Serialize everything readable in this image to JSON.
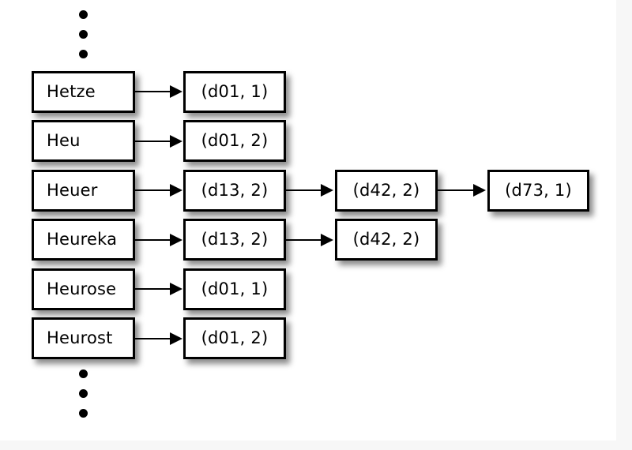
{
  "diagram": {
    "type": "linked-structure-diagram",
    "background_color": "#ffffff",
    "page_color": "#f7f7f7",
    "node_border_color": "#000000",
    "node_fill_color": "#ffffff",
    "ellipsis_top": {
      "name": "vertical-ellipsis-top",
      "dots": [
        "dot",
        "dot",
        "dot"
      ]
    },
    "ellipsis_bottom": {
      "name": "vertical-ellipsis-bottom",
      "dots": [
        "dot",
        "dot",
        "dot"
      ]
    },
    "terms": [
      {
        "label": "Hetze"
      },
      {
        "label": "Heu"
      },
      {
        "label": "Heuer"
      },
      {
        "label": "Heureka"
      },
      {
        "label": "Heurose"
      },
      {
        "label": "Heurost"
      }
    ],
    "postings_col1": [
      {
        "label": "(d01, 1)"
      },
      {
        "label": "(d01, 2)"
      },
      {
        "label": "(d13, 2)"
      },
      {
        "label": "(d13, 2)"
      },
      {
        "label": "(d01, 1)"
      },
      {
        "label": "(d01, 2)"
      }
    ],
    "postings_col2": [
      {
        "label": "(d42, 2)"
      },
      {
        "label": "(d42, 2)"
      }
    ],
    "postings_col3": [
      {
        "label": "(d73, 1)"
      }
    ]
  }
}
